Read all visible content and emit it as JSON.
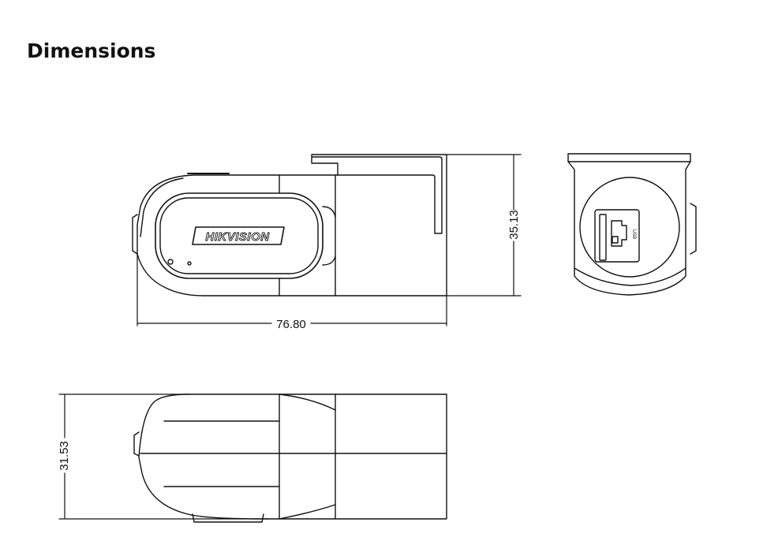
{
  "header": {
    "title": "Dimensions"
  },
  "dimensions": {
    "length": "76.80",
    "height": "35.13",
    "width": "31.53"
  },
  "device": {
    "logo_text": "HIKVISION",
    "port_label": "USB"
  }
}
